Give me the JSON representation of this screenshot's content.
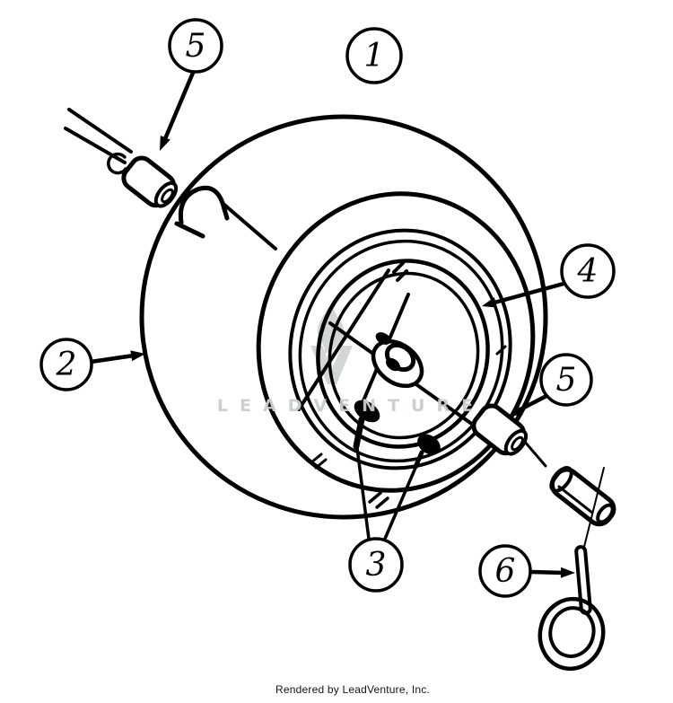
{
  "diagram": {
    "kind": "wheel-assembly-parts-diagram",
    "callouts": {
      "c1": {
        "label": "1"
      },
      "c2": {
        "label": "2"
      },
      "c3": {
        "label": "3"
      },
      "c4": {
        "label": "4"
      },
      "c5_upper": {
        "label": "5"
      },
      "c5_lower": {
        "label": "5"
      },
      "c6": {
        "label": "6"
      }
    }
  },
  "watermark": {
    "text": "LEADVENTURE"
  },
  "footer": {
    "caption": "Rendered by LeadVenture, Inc."
  },
  "colors": {
    "ink": "#000000",
    "background": "#ffffff",
    "watermark_text": "#c9cdcd",
    "watermark_logo": "#d2d6d6",
    "footer_text": "#141414"
  }
}
